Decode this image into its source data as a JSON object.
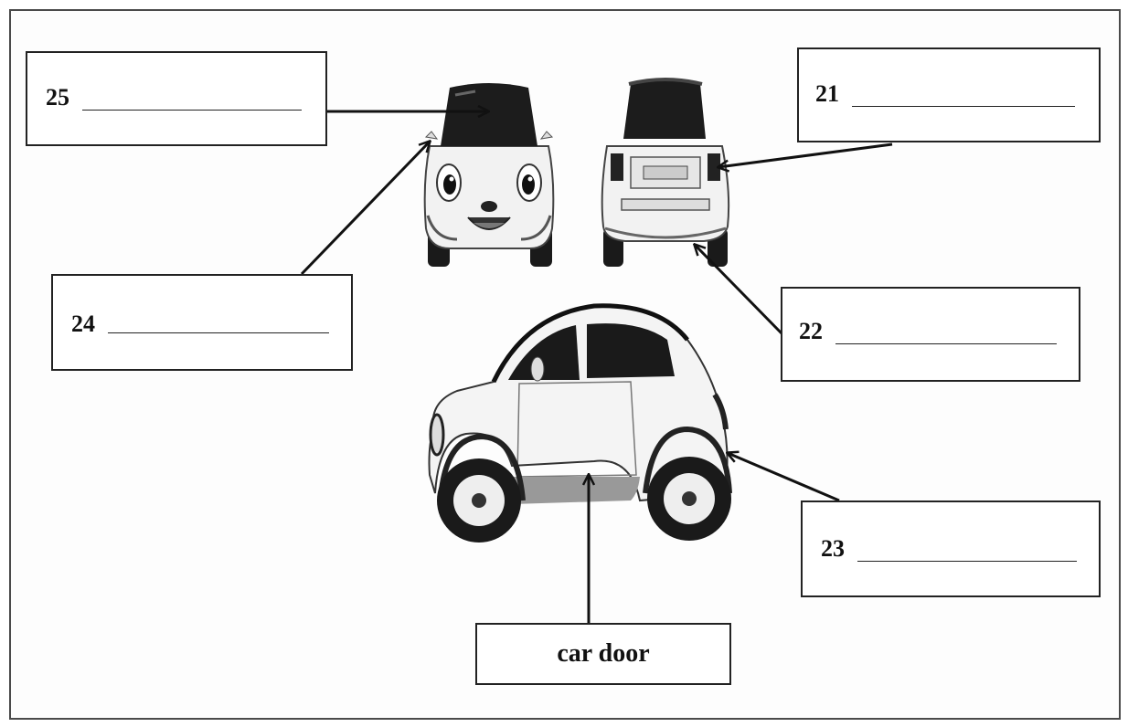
{
  "labels": {
    "box25": {
      "number": "25",
      "answer": ""
    },
    "box21": {
      "number": "21",
      "answer": ""
    },
    "box24": {
      "number": "24",
      "answer": ""
    },
    "box22": {
      "number": "22",
      "answer": ""
    },
    "box23": {
      "number": "23",
      "answer": ""
    },
    "door": {
      "text": "car door"
    }
  },
  "pictures": {
    "front_view": "car-front-cartoon-face",
    "rear_view": "car-rear",
    "side_view": "car-side"
  }
}
